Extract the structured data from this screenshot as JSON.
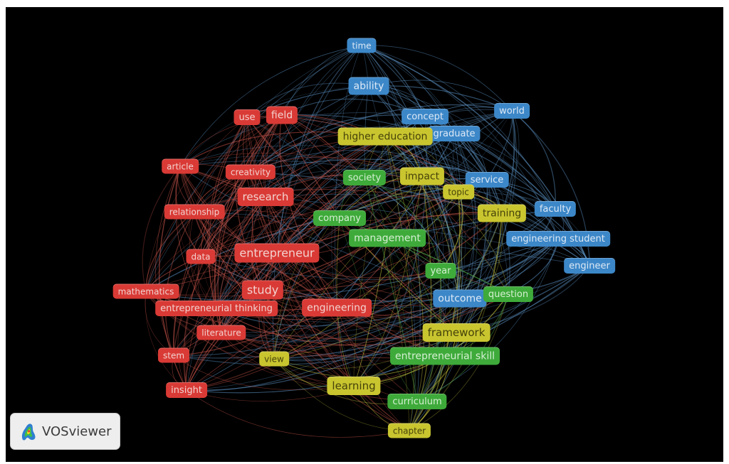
{
  "app": {
    "name": "VOSviewer"
  },
  "colors": {
    "background": "#000000",
    "cluster_red": "#d93a35",
    "cluster_blue": "#3c87c8",
    "cluster_yellow": "#c9c52f",
    "cluster_green": "#3eaa3a"
  },
  "nodes": [
    {
      "label": "time",
      "cluster": "blue"
    },
    {
      "label": "ability",
      "cluster": "blue"
    },
    {
      "label": "world",
      "cluster": "blue"
    },
    {
      "label": "concept",
      "cluster": "blue"
    },
    {
      "label": "graduate",
      "cluster": "blue"
    },
    {
      "label": "service",
      "cluster": "blue"
    },
    {
      "label": "faculty",
      "cluster": "blue"
    },
    {
      "label": "engineering student",
      "cluster": "blue"
    },
    {
      "label": "engineer",
      "cluster": "blue"
    },
    {
      "label": "outcome",
      "cluster": "blue"
    },
    {
      "label": "field",
      "cluster": "red"
    },
    {
      "label": "use",
      "cluster": "red"
    },
    {
      "label": "article",
      "cluster": "red"
    },
    {
      "label": "creativity",
      "cluster": "red"
    },
    {
      "label": "research",
      "cluster": "red"
    },
    {
      "label": "relationship",
      "cluster": "red"
    },
    {
      "label": "data",
      "cluster": "red"
    },
    {
      "label": "entrepreneur",
      "cluster": "red"
    },
    {
      "label": "mathematics",
      "cluster": "red"
    },
    {
      "label": "study",
      "cluster": "red"
    },
    {
      "label": "entrepreneurial thinking",
      "cluster": "red"
    },
    {
      "label": "engineering",
      "cluster": "red"
    },
    {
      "label": "literature",
      "cluster": "red"
    },
    {
      "label": "stem",
      "cluster": "red"
    },
    {
      "label": "insight",
      "cluster": "red"
    },
    {
      "label": "higher education",
      "cluster": "yellow"
    },
    {
      "label": "impact",
      "cluster": "yellow"
    },
    {
      "label": "topic",
      "cluster": "yellow"
    },
    {
      "label": "training",
      "cluster": "yellow"
    },
    {
      "label": "framework",
      "cluster": "yellow"
    },
    {
      "label": "view",
      "cluster": "yellow"
    },
    {
      "label": "learning",
      "cluster": "yellow"
    },
    {
      "label": "chapter",
      "cluster": "yellow"
    },
    {
      "label": "society",
      "cluster": "green"
    },
    {
      "label": "company",
      "cluster": "green"
    },
    {
      "label": "management",
      "cluster": "green"
    },
    {
      "label": "year",
      "cluster": "green"
    },
    {
      "label": "question",
      "cluster": "green"
    },
    {
      "label": "entrepreneurial skill",
      "cluster": "green"
    },
    {
      "label": "curriculum",
      "cluster": "green"
    }
  ]
}
